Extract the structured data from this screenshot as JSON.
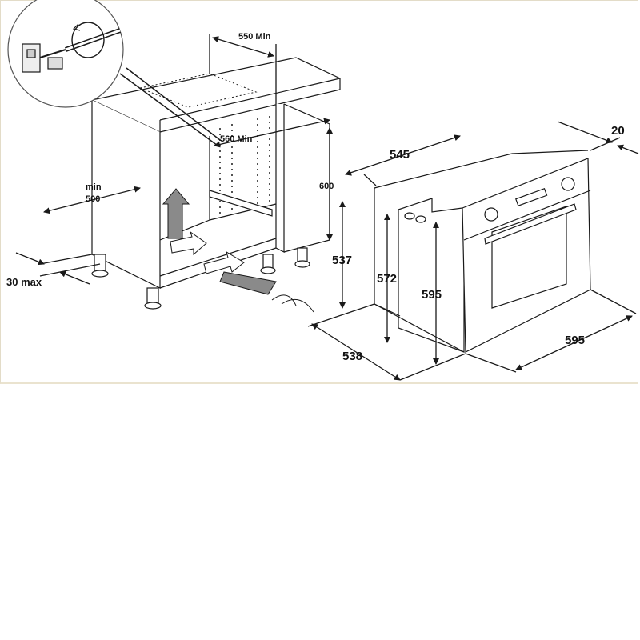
{
  "colors": {
    "line": "#1a1a1a",
    "arrow_fill": "#8a8a8a",
    "frame": "#e3dcc8"
  },
  "icons": {
    "inset": "screwdriver-fixing-icon",
    "airflow": "ventilation-arrow-icon"
  },
  "labels": {
    "dim_550": "550 Min",
    "dim_560": "560 Min",
    "dim_600": "600",
    "dim_min": "min",
    "dim_500": "500",
    "dim_30max": "30 max",
    "dim_545": "545",
    "dim_20": "20",
    "dim_537": "537",
    "dim_572": "572",
    "dim_595_h": "595",
    "dim_538": "538",
    "dim_595_w": "595"
  }
}
